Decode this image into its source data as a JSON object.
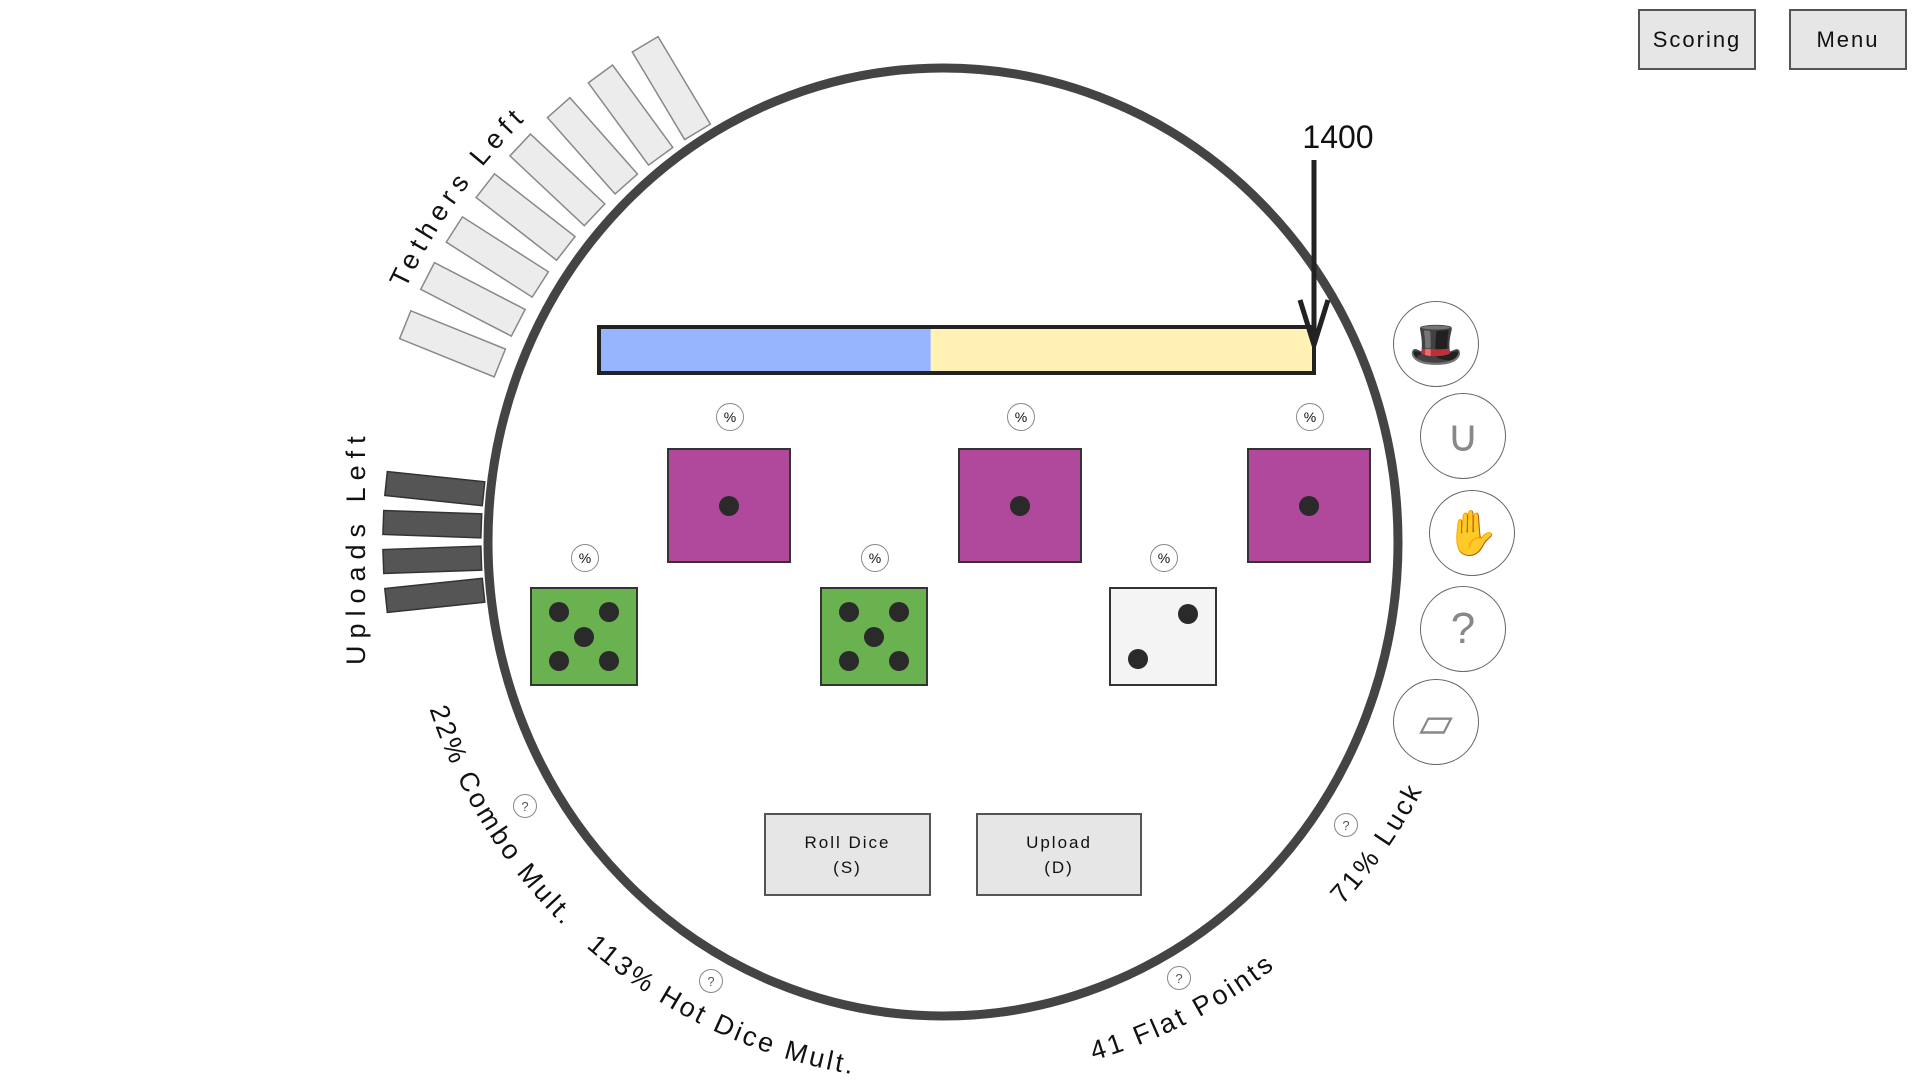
{
  "header": {
    "scoring_label": "Scoring",
    "menu_label": "Menu"
  },
  "score_bar": {
    "target_label": "1400",
    "progress_fraction": 0.464,
    "filled_color": "#96b4ff",
    "remaining_color": "#fff2b4"
  },
  "tethers": {
    "label": "Tethers Left",
    "count": 8
  },
  "uploads": {
    "label": "Uploads Left",
    "count": 4
  },
  "dice": [
    {
      "face": 1,
      "color": "#b0499b",
      "badge": "%"
    },
    {
      "face": 1,
      "color": "#b0499b",
      "badge": "%"
    },
    {
      "face": 1,
      "color": "#b0499b",
      "badge": "%"
    },
    {
      "face": 5,
      "color": "#6ab150",
      "badge": "%"
    },
    {
      "face": 5,
      "color": "#6ab150",
      "badge": "%"
    },
    {
      "face": 2,
      "color": "#f4f4f4",
      "badge": "%"
    }
  ],
  "actions": {
    "roll": {
      "label": "Roll Dice",
      "key": "(S)"
    },
    "upload": {
      "label": "Upload",
      "key": "(D)"
    }
  },
  "stats": {
    "combo": "22% Combo Mult.",
    "hot_dice": "113% Hot Dice Mult.",
    "flat": "41 Flat Points",
    "luck": "71% Luck",
    "help": "?"
  },
  "relics": [
    {
      "icon": "fedora-hat-icon",
      "glyph": "🎩"
    },
    {
      "icon": "horseshoe-icon",
      "glyph": "∪"
    },
    {
      "icon": "glove-icon",
      "glyph": "✋"
    },
    {
      "icon": "mystery-bag-icon",
      "glyph": "?"
    },
    {
      "icon": "paper-sheet-icon",
      "glyph": "▱"
    }
  ]
}
